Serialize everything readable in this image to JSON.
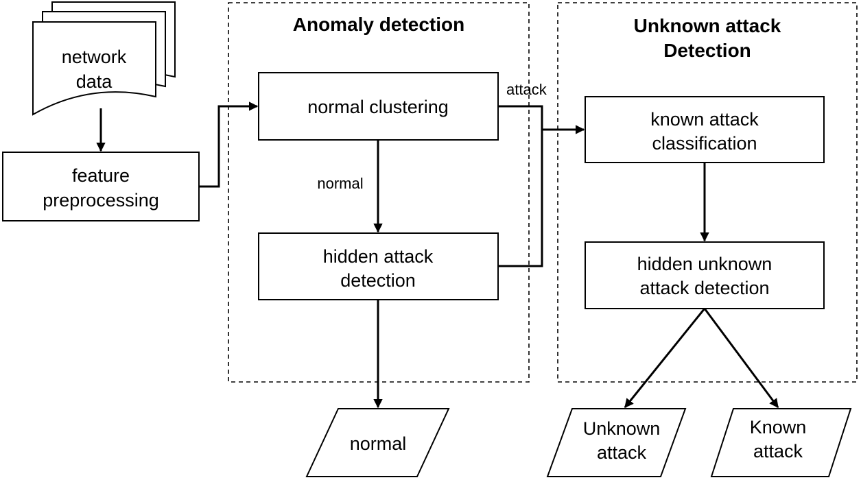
{
  "groups": {
    "anomaly": {
      "title": "Anomaly detection"
    },
    "unknown": {
      "title_line1": "Unknown attack",
      "title_line2": "Detection"
    }
  },
  "nodes": {
    "network_data": {
      "line1": "network",
      "line2": "data"
    },
    "feature_preprocessing": {
      "line1": "feature",
      "line2": "preprocessing"
    },
    "normal_clustering": {
      "label": "normal clustering"
    },
    "hidden_attack_detection": {
      "line1": "hidden attack",
      "line2": "detection"
    },
    "known_attack_classification": {
      "line1": "known attack",
      "line2": "classification"
    },
    "hidden_unknown_attack_detection": {
      "line1": "hidden unknown",
      "line2": "attack detection"
    },
    "normal_output": {
      "label": "normal"
    },
    "unknown_attack_output": {
      "line1": "Unknown",
      "line2": "attack"
    },
    "known_attack_output": {
      "line1": "Known",
      "line2": "attack"
    }
  },
  "edges": {
    "normal_label": "normal",
    "attack_label": "attack"
  }
}
